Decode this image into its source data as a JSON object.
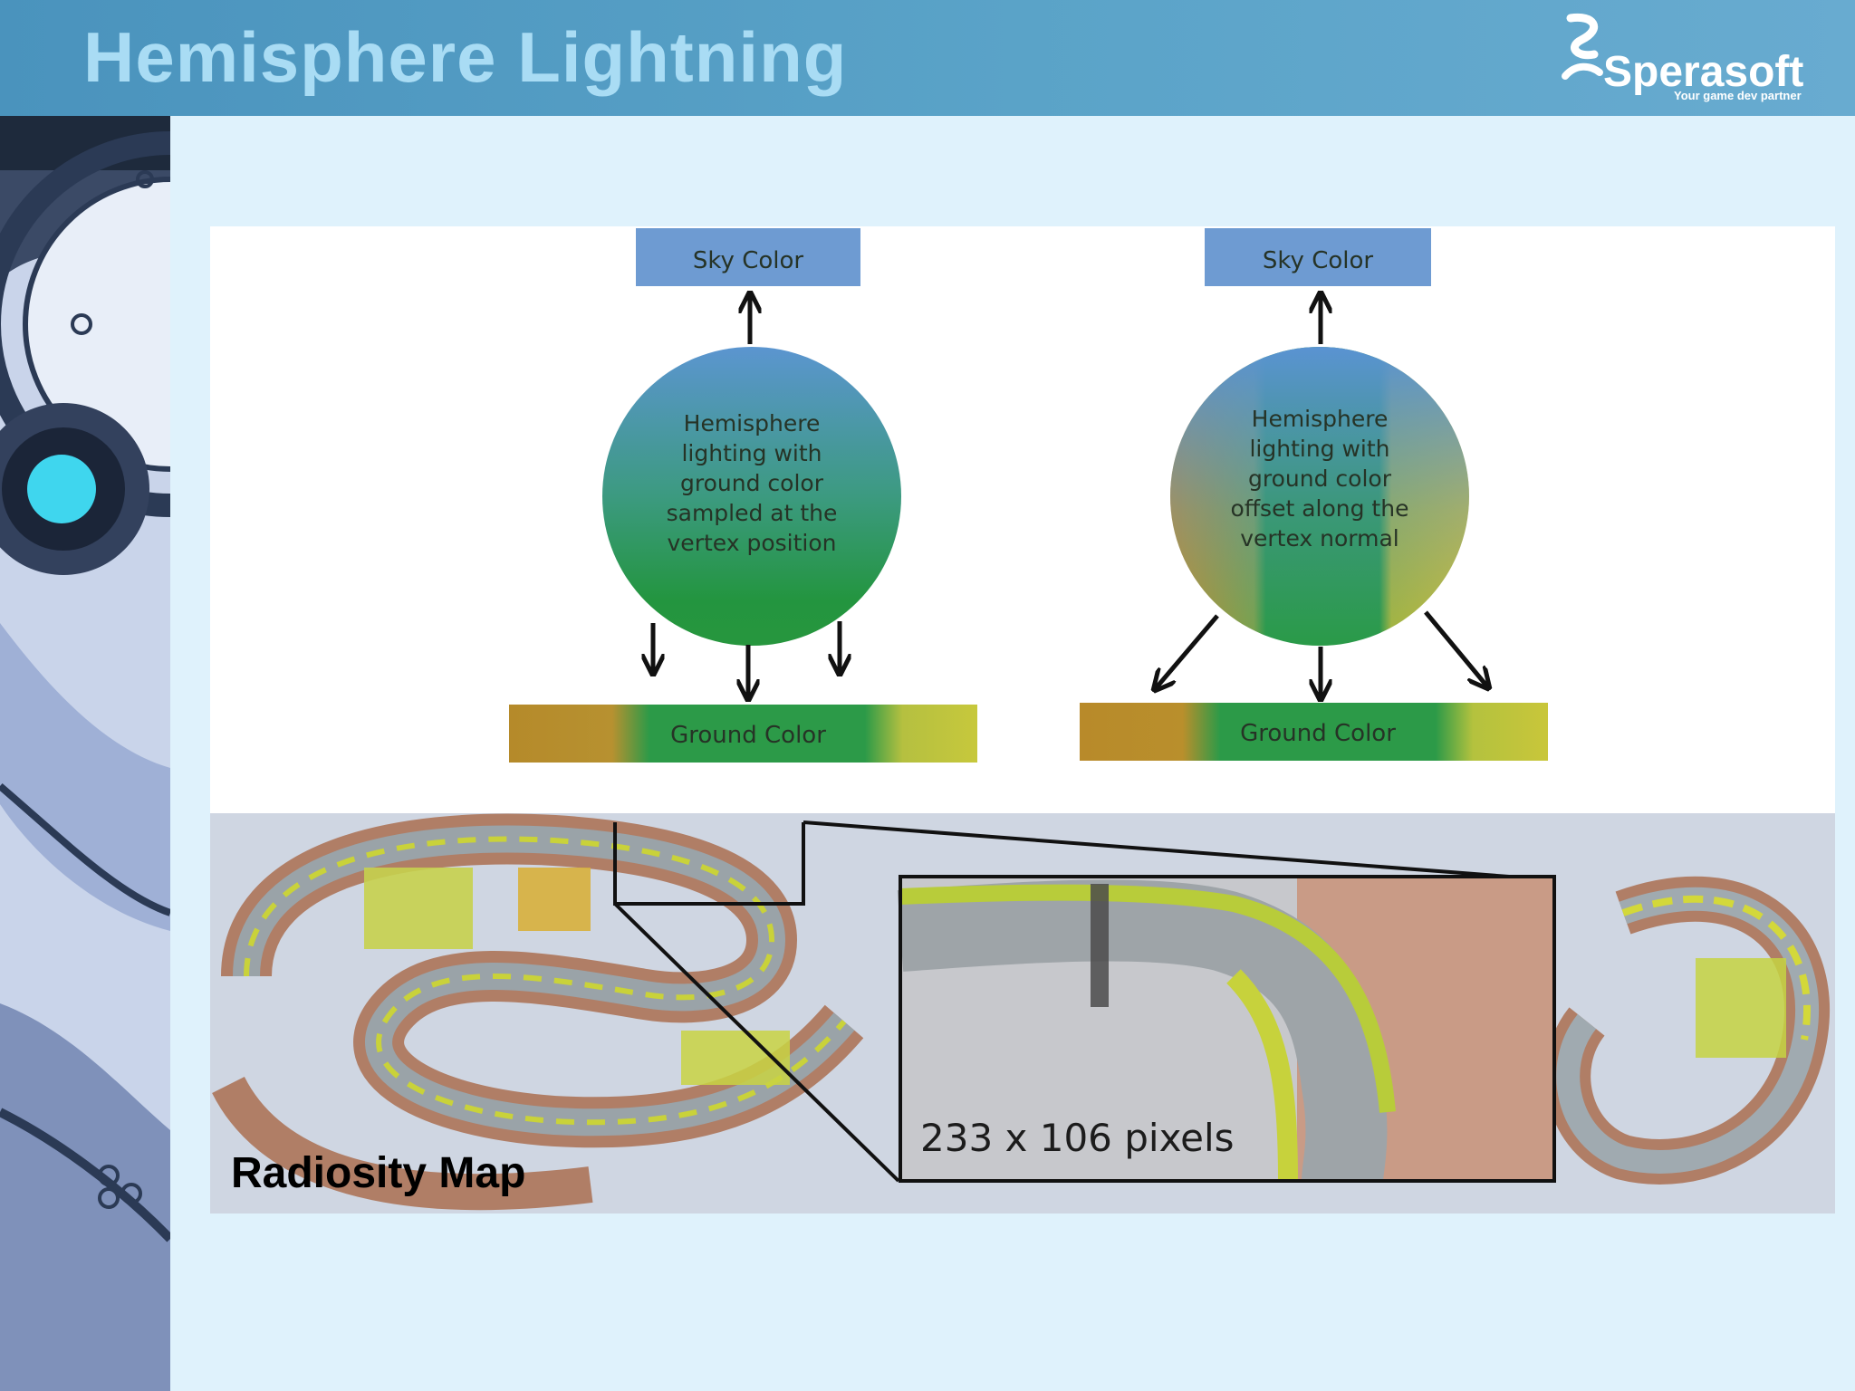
{
  "slide": {
    "title": "Hemisphere Lightning"
  },
  "logo": {
    "name": "Sperasoft",
    "tagline": "Your game dev partner"
  },
  "diagram": {
    "left": {
      "sky_label": "Sky Color",
      "circle_lines": [
        "Hemisphere",
        "lighting with",
        "ground color",
        "sampled at the",
        "vertex position"
      ],
      "ground_label": "Ground Color"
    },
    "right": {
      "sky_label": "Sky Color",
      "circle_lines": [
        "Hemisphere",
        "lighting with",
        "ground color",
        "offset along the",
        "vertex normal"
      ],
      "ground_label": "Ground Color"
    }
  },
  "photo": {
    "caption": "Radiosity Map",
    "inset_label": "233 x 106 pixels"
  },
  "colors": {
    "header": "#5aa3c8",
    "title": "#a9dcf4",
    "sky_box": "#6e9bd2",
    "ground_green": "#2a9a4a",
    "ground_brown": "#b08a2c",
    "ground_yellow": "#c6c43c",
    "background": "#dff2fc"
  }
}
